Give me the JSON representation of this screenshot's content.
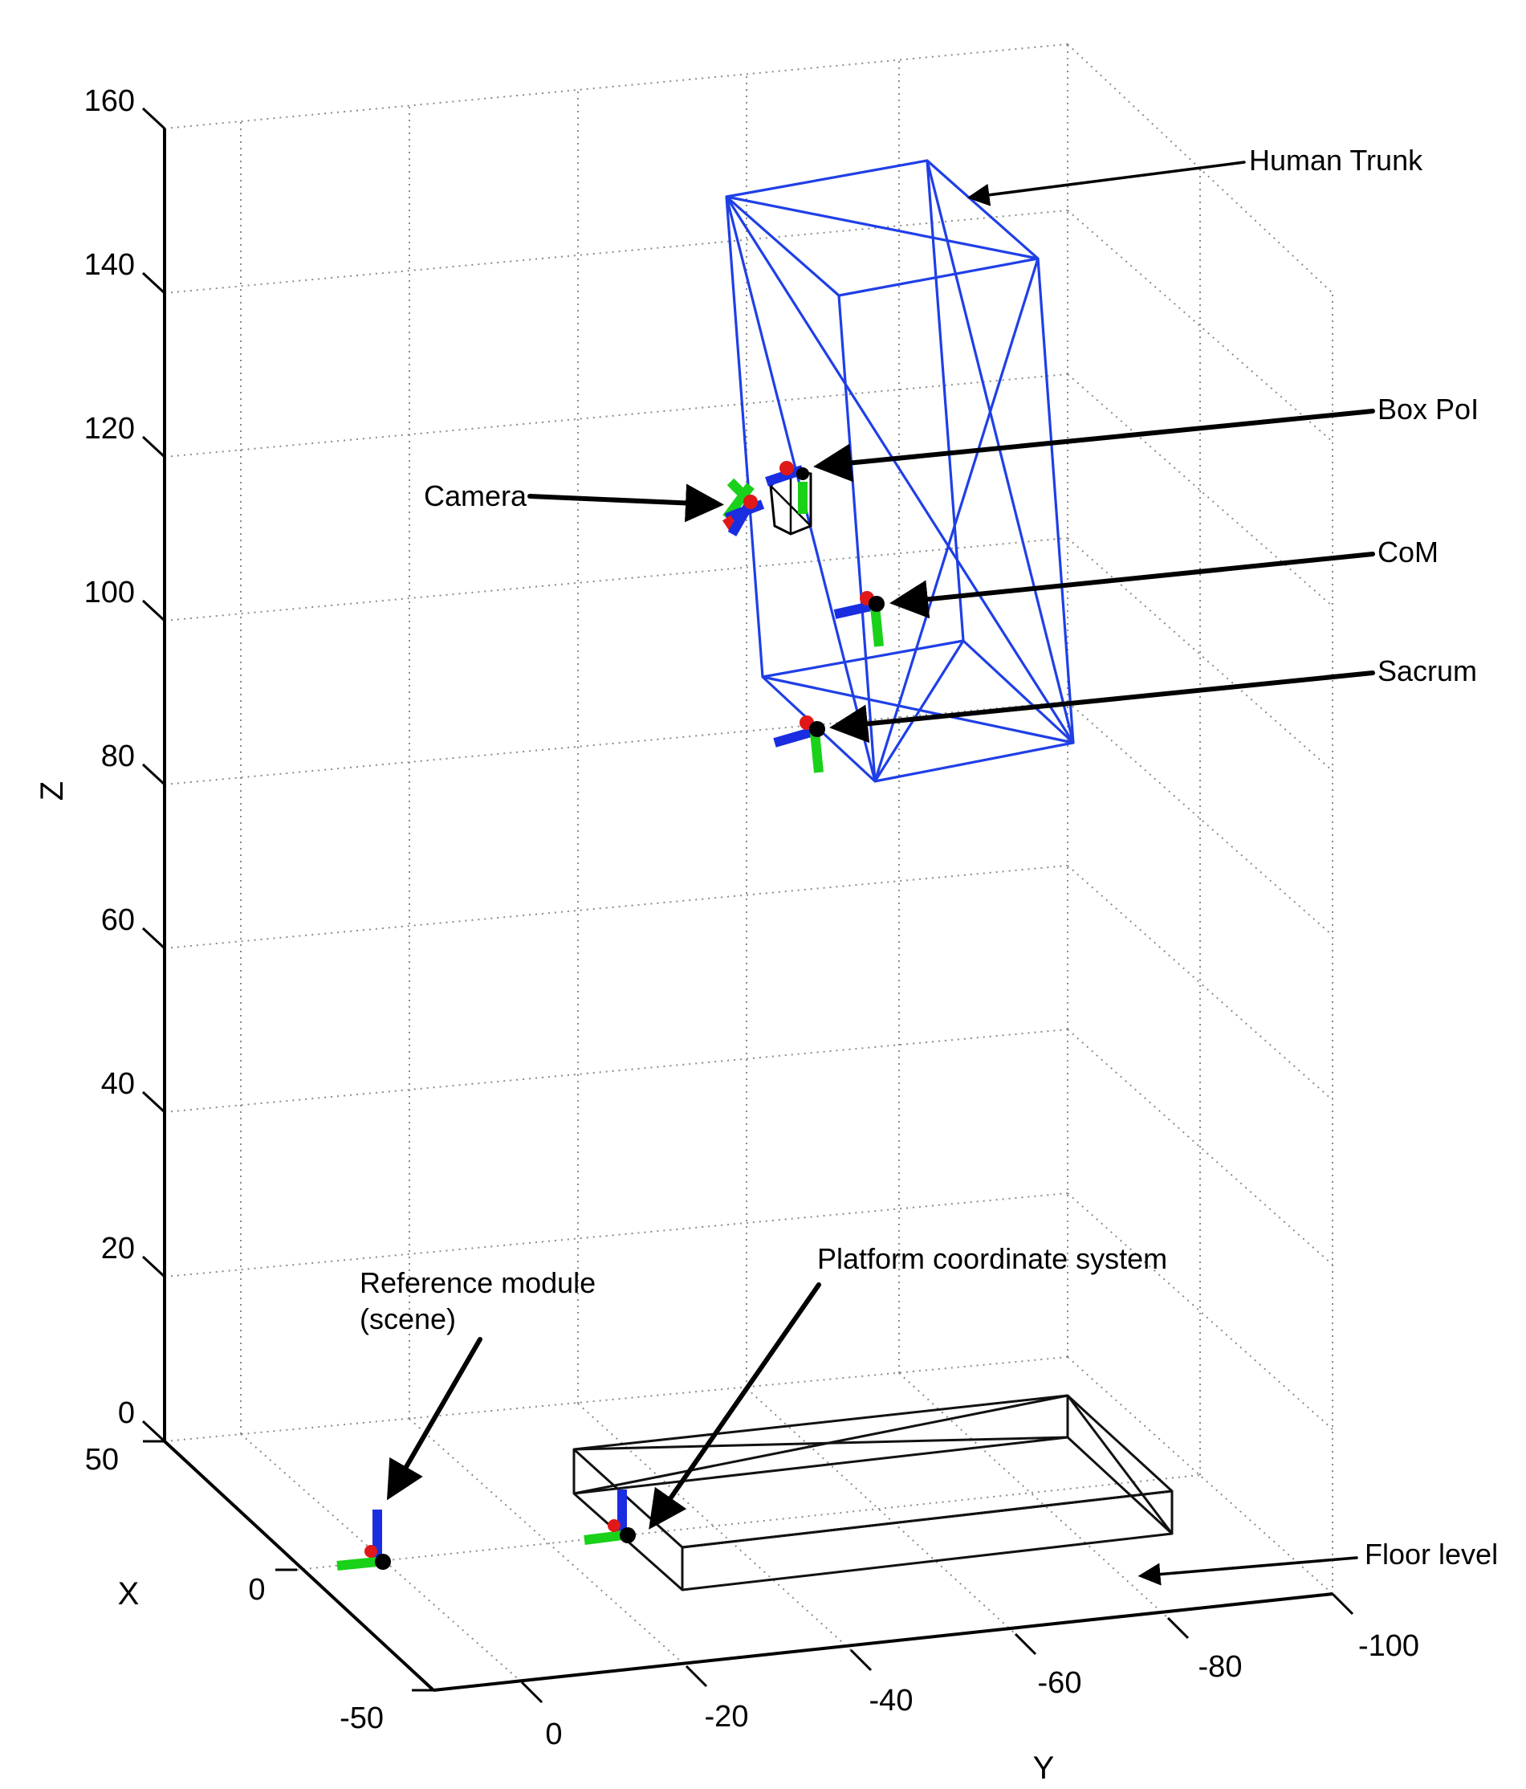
{
  "axes": {
    "x_label": "X",
    "y_label": "Y",
    "z_label": "Z",
    "z_ticks": [
      "0",
      "20",
      "40",
      "60",
      "80",
      "100",
      "120",
      "140",
      "160"
    ],
    "y_ticks": [
      "0",
      "-20",
      "-40",
      "-60",
      "-80",
      "-100"
    ],
    "x_ticks": [
      "50",
      "0",
      "-50"
    ]
  },
  "annotations": {
    "human_trunk": "Human Trunk",
    "box_poi": "Box PoI",
    "camera": "Camera",
    "com": "CoM",
    "sacrum": "Sacrum",
    "reference_module_line1": "Reference module",
    "reference_module_line2": "(scene)",
    "platform_cs": "Platform coordinate system",
    "floor_level": "Floor level"
  },
  "colors": {
    "trunk": "#1f3fe6",
    "frame_x": "#19d119",
    "frame_y": "#1a2de0",
    "frame_z": "#e01818",
    "grid": "#8a8a8a"
  }
}
